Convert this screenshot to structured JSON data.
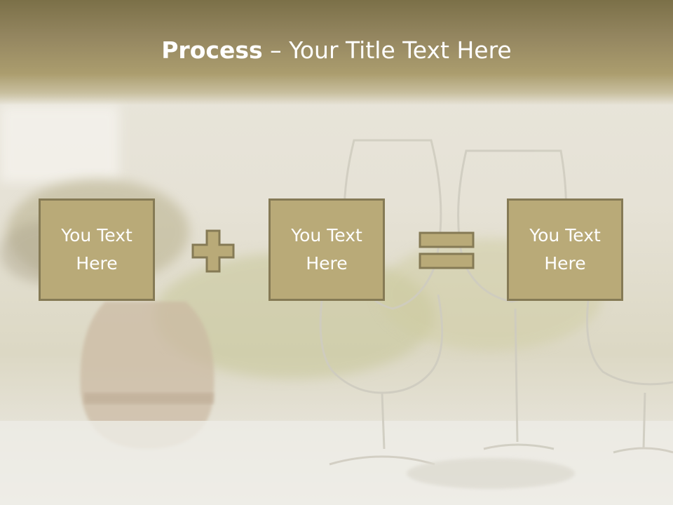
{
  "slide": {
    "title_bold": "Process",
    "title_rest": " – Your Title Text Here",
    "boxes": [
      {
        "line1": "You Text",
        "line2": "Here"
      },
      {
        "line1": "You Text",
        "line2": "Here"
      },
      {
        "line1": "You Text",
        "line2": "Here"
      }
    ],
    "operators": [
      "plus-icon",
      "equals-icon"
    ],
    "colors": {
      "title_band": "#9a8c60",
      "box_fill": "#b9aa78",
      "box_border": "#857a55",
      "text": "#ffffff"
    }
  }
}
